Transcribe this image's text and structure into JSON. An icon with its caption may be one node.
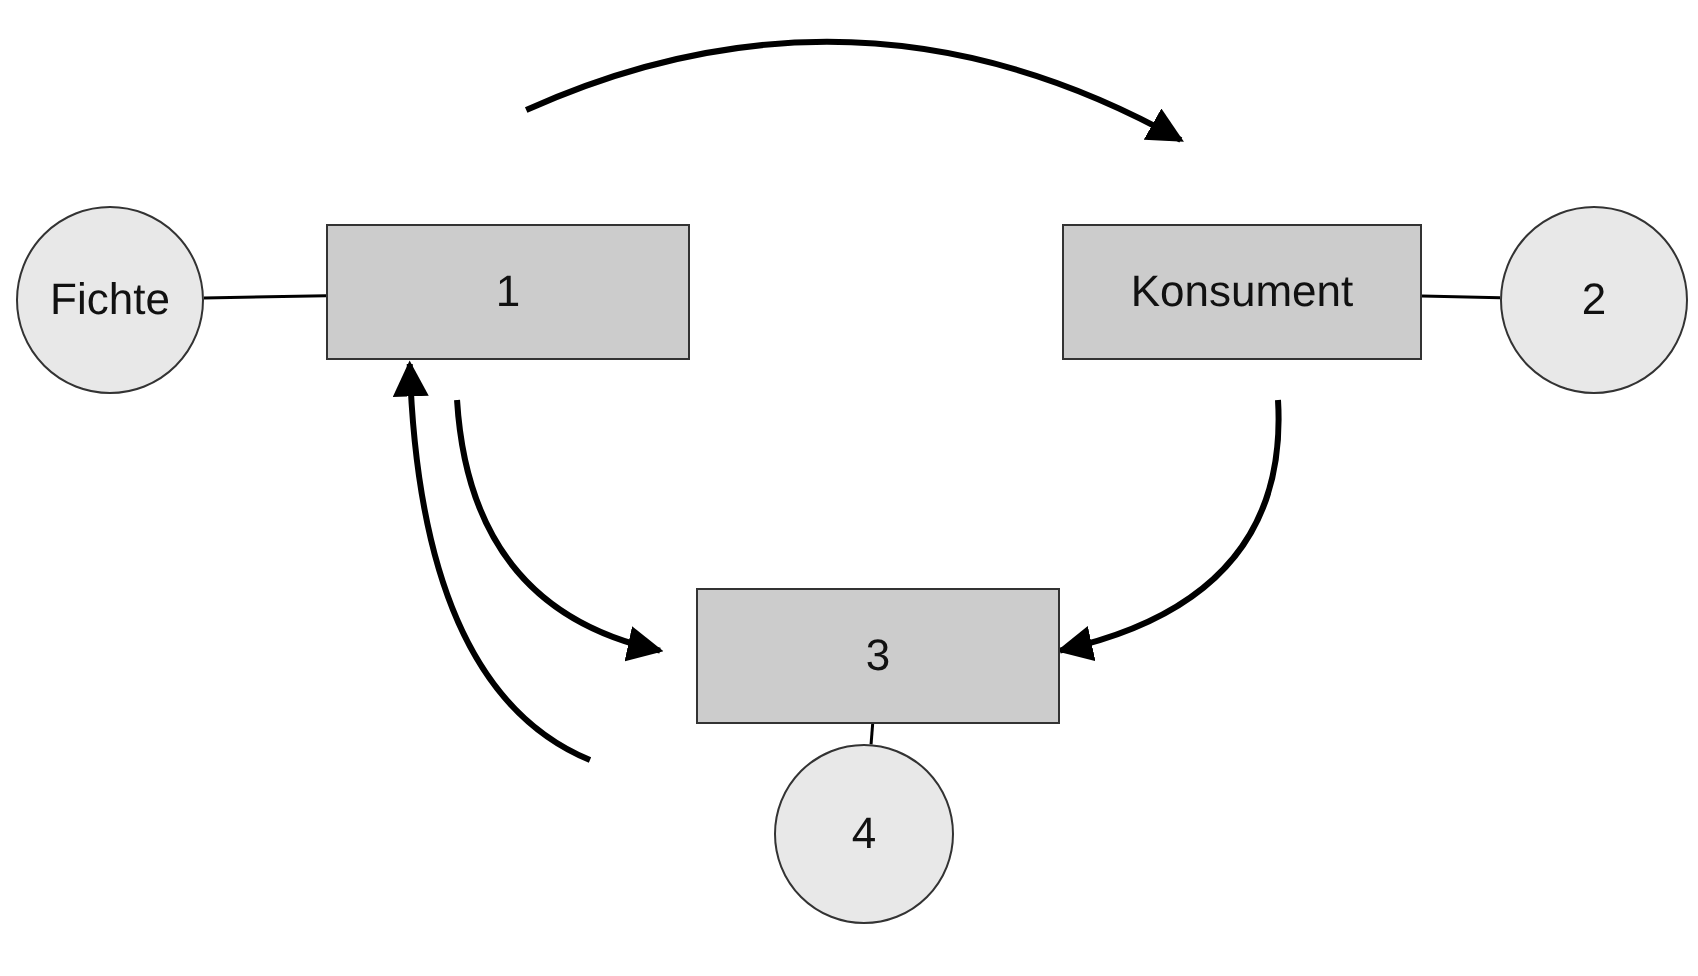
{
  "diagram": {
    "nodes": [
      {
        "text": [
          "Fichte"
        ]
      },
      {
        "text": [
          "1"
        ]
      },
      {
        "text": [
          "Konsument"
        ]
      },
      {
        "text": [
          "2"
        ]
      },
      {
        "text": [
          "3"
        ]
      },
      {
        "text": [
          "4"
        ]
      }
    ],
    "edges": [
      {
        "from": 0,
        "to": 1,
        "arrow": "none"
      },
      {
        "from": 2,
        "to": 3,
        "arrow": "none"
      },
      {
        "from": 4,
        "to": 5,
        "arrow": "none"
      },
      {
        "from": 1,
        "to": 2,
        "arrow": "to"
      },
      {
        "from": 1,
        "to": 4,
        "arrow": "to"
      },
      {
        "from": 4,
        "to": 1,
        "arrow": "to"
      },
      {
        "from": 2,
        "to": 4,
        "arrow": "to"
      }
    ]
  }
}
